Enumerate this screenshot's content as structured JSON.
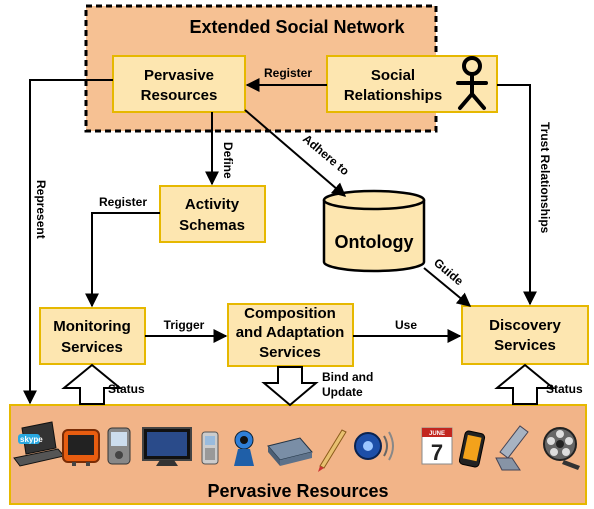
{
  "title": "Extended Social Network",
  "pervasive_resources_top": [
    "Pervasive",
    "Resources"
  ],
  "social_relationships": [
    "Social",
    "Relationships"
  ],
  "activity_schemas": [
    "Activity",
    "Schemas"
  ],
  "ontology": "Ontology",
  "monitoring_services": [
    "Monitoring",
    "Services"
  ],
  "composition_services": [
    "Composition",
    "and Adaptation",
    "Services"
  ],
  "discovery_services": [
    "Discovery",
    "Services"
  ],
  "pervasive_resources_bottom": "Pervasive Resources",
  "labels": {
    "register_top": "Register",
    "define": "Define",
    "adhere_to": "Adhere to",
    "register_left": "Register",
    "represent": "Represent",
    "trust_relationships": "Trust Relationships",
    "guide": "Guide",
    "trigger": "Trigger",
    "use": "Use",
    "status_left": "Status",
    "status_right": "Status",
    "bind_update": [
      "Bind and",
      "Update"
    ]
  },
  "colors": {
    "box_fill": "#fde6b0",
    "box_border": "#e6b800",
    "network_fill": "#f6c193",
    "resources_fill": "#f2b488"
  },
  "device_icons": [
    "laptop-icon",
    "tv-icon",
    "pda-icon",
    "monitor-icon",
    "phone-icon",
    "webcam-icon",
    "scanner-icon",
    "pen-icon",
    "speaker-icon",
    "calendar-icon",
    "smartphone-icon",
    "flip-phone-icon",
    "film-reel-icon"
  ],
  "calendar_month": "JUNE",
  "calendar_day": "7",
  "laptop_brand": "skype"
}
